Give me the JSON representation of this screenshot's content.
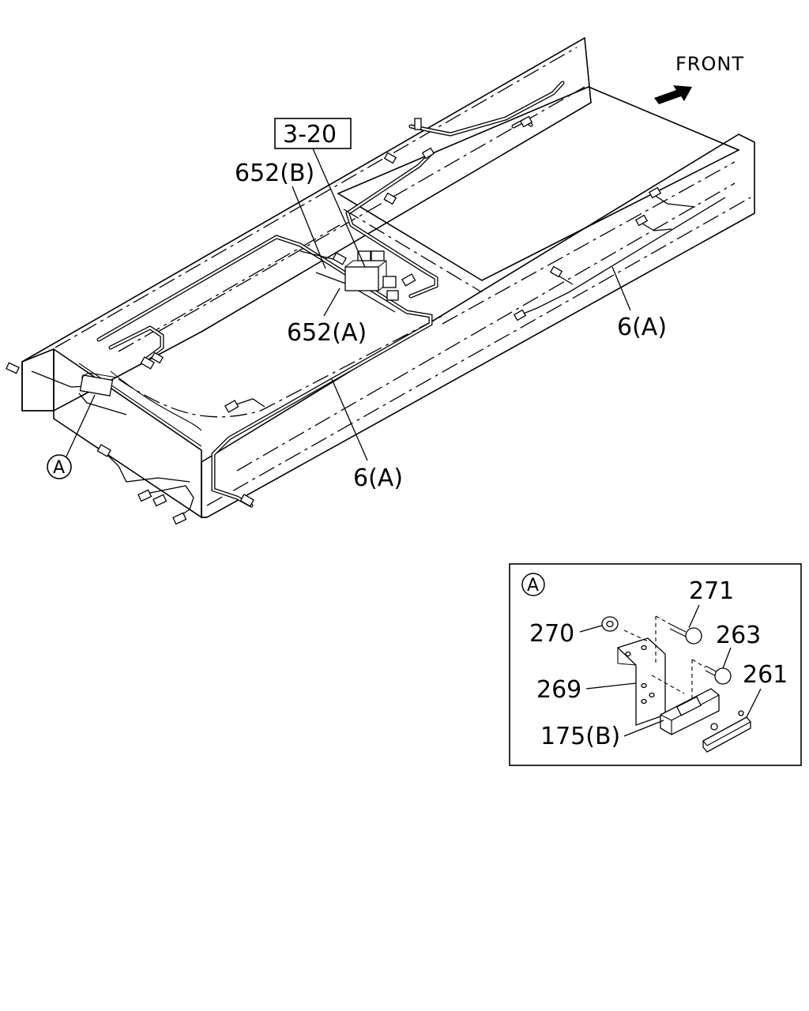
{
  "front_label": "FRONT",
  "callouts": {
    "ref_box": "3-20",
    "c652b": "652(B)",
    "c652a": "652(A)",
    "c6a_right": "6(A)",
    "c6a_lower": "6(A)",
    "detail_marker": "A"
  },
  "detail": {
    "marker": "A",
    "labels": {
      "p271": "271",
      "p270": "270",
      "p263": "263",
      "p269": "269",
      "p261": "261",
      "p175b": "175(B)"
    }
  }
}
